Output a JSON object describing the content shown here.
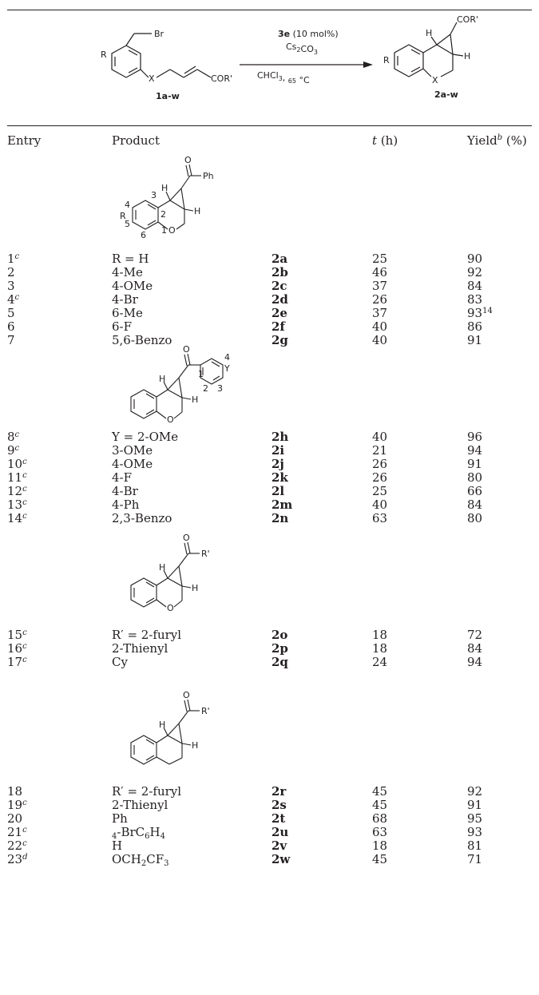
{
  "scheme": {
    "catalyst_code": "3e",
    "catalyst_amount": "(10 mol%)",
    "base": "Cs2CO3",
    "conditions": "CHCl3, 65 °C",
    "reactant_label": "1a-w",
    "product_label": "2a-w",
    "reactant_groups": {
      "r": "R",
      "x": "X",
      "br": "Br",
      "cor": "COR'"
    },
    "product_groups": {
      "r": "R",
      "x": "X",
      "h": "H",
      "cor": "COR'"
    }
  },
  "header": {
    "entry": "Entry",
    "product": "Product",
    "time_var": "t",
    "time_unit": "(h)",
    "yield": "Yield",
    "yield_note": "b",
    "yield_unit": "(%)"
  },
  "structures": [
    {
      "labels": {
        "ph": "Ph",
        "h1": "H",
        "h2": "H",
        "r": "R",
        "o": "O",
        "n1": "1",
        "n2": "2",
        "n3": "3",
        "n4": "4",
        "n5": "5",
        "n6": "6"
      }
    },
    {
      "labels": {
        "y": "Y",
        "h1": "H",
        "h2": "H",
        "o": "O",
        "n1": "1",
        "n2": "2",
        "n3": "3",
        "n4": "4"
      }
    },
    {
      "labels": {
        "rp": "R'",
        "h1": "H",
        "h2": "H",
        "o": "O"
      }
    },
    {
      "labels": {
        "rp": "R'",
        "h1": "H",
        "h2": "H"
      }
    }
  ],
  "rows": [
    {
      "entry": "1",
      "note": "c",
      "product": "R = H",
      "code": "2a",
      "t": "25",
      "yield": "90",
      "yield_ref": ""
    },
    {
      "entry": "2",
      "note": "",
      "product": "4-Me",
      "code": "2b",
      "t": "46",
      "yield": "92",
      "yield_ref": ""
    },
    {
      "entry": "3",
      "note": "",
      "product": "4-OMe",
      "code": "2c",
      "t": "37",
      "yield": "84",
      "yield_ref": ""
    },
    {
      "entry": "4",
      "note": "c",
      "product": "4-Br",
      "code": "2d",
      "t": "26",
      "yield": "83",
      "yield_ref": ""
    },
    {
      "entry": "5",
      "note": "",
      "product": "6-Me",
      "code": "2e",
      "t": "37",
      "yield": "93",
      "yield_ref": "14"
    },
    {
      "entry": "6",
      "note": "",
      "product": "6-F",
      "code": "2f",
      "t": "40",
      "yield": "86",
      "yield_ref": ""
    },
    {
      "entry": "7",
      "note": "",
      "product": "5,6-Benzo",
      "code": "2g",
      "t": "40",
      "yield": "91",
      "yield_ref": ""
    },
    {
      "entry": "8",
      "note": "c",
      "product": "Y = 2-OMe",
      "code": "2h",
      "t": "40",
      "yield": "96",
      "yield_ref": ""
    },
    {
      "entry": "9",
      "note": "c",
      "product": "3-OMe",
      "code": "2i",
      "t": "21",
      "yield": "94",
      "yield_ref": ""
    },
    {
      "entry": "10",
      "note": "c",
      "product": "4-OMe",
      "code": "2j",
      "t": "26",
      "yield": "91",
      "yield_ref": ""
    },
    {
      "entry": "11",
      "note": "c",
      "product": "4-F",
      "code": "2k",
      "t": "26",
      "yield": "80",
      "yield_ref": ""
    },
    {
      "entry": "12",
      "note": "c",
      "product": "4-Br",
      "code": "2l",
      "t": "25",
      "yield": "66",
      "yield_ref": ""
    },
    {
      "entry": "13",
      "note": "c",
      "product": "4-Ph",
      "code": "2m",
      "t": "40",
      "yield": "84",
      "yield_ref": ""
    },
    {
      "entry": "14",
      "note": "c",
      "product": "2,3-Benzo",
      "code": "2n",
      "t": "63",
      "yield": "80",
      "yield_ref": ""
    },
    {
      "entry": "15",
      "note": "c",
      "product": "R′ = 2-furyl",
      "code": "2o",
      "t": "18",
      "yield": "72",
      "yield_ref": ""
    },
    {
      "entry": "16",
      "note": "c",
      "product": "2-Thienyl",
      "code": "2p",
      "t": "18",
      "yield": "84",
      "yield_ref": ""
    },
    {
      "entry": "17",
      "note": "c",
      "product": "Cy",
      "code": "2q",
      "t": "24",
      "yield": "94",
      "yield_ref": ""
    },
    {
      "entry": "18",
      "note": "",
      "product": "R′ = 2-furyl",
      "code": "2r",
      "t": "45",
      "yield": "92",
      "yield_ref": ""
    },
    {
      "entry": "19",
      "note": "c",
      "product": "2-Thienyl",
      "code": "2s",
      "t": "45",
      "yield": "91",
      "yield_ref": ""
    },
    {
      "entry": "20",
      "note": "",
      "product": "Ph",
      "code": "2t",
      "t": "68",
      "yield": "95",
      "yield_ref": ""
    },
    {
      "entry": "21",
      "note": "c",
      "product": "4-BrC6H4",
      "code": "2u",
      "t": "63",
      "yield": "93",
      "yield_ref": ""
    },
    {
      "entry": "22",
      "note": "c",
      "product": "H",
      "code": "2v",
      "t": "18",
      "yield": "81",
      "yield_ref": ""
    },
    {
      "entry": "23",
      "note": "d",
      "product": "OCH2CF3",
      "code": "2w",
      "t": "45",
      "yield": "71",
      "yield_ref": ""
    }
  ]
}
